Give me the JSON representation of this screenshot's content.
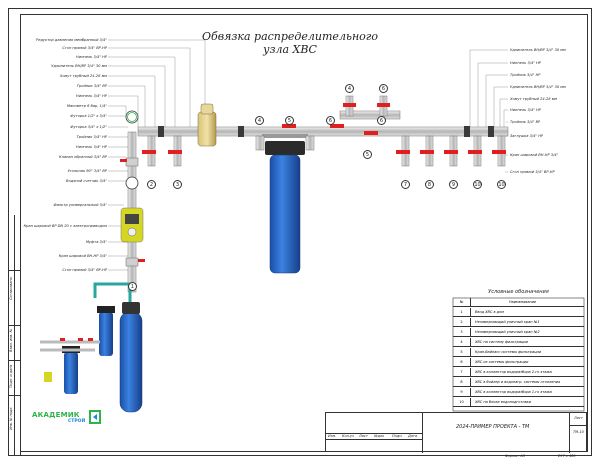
{
  "title_line1": "Обвязка распределительного",
  "title_line2": "узла ХВС",
  "left_labels": [
    "Редуктор давления мембранный 3/4\"",
    "Сгон прямой 3/4\" ВР-НР",
    "Ниппель 3/4\" НР",
    "Удлинитель ВН/ВР 3/4\" 30 мм",
    "Хомут трубный 24-28 мм",
    "Тройник 3/4\" ВР",
    "Ниппель 3/4\" НР",
    "Манометр 6 бар, 1/4\"",
    "Футорка 1/2\" х 3/4\"",
    "Футорка 3/4\" х 1/2\"",
    "Тройник 3/4\" НР",
    "Ниппель 3/4\" НР",
    "Клапан обратный 3/4\" ВР",
    "Угольник 90° 3/4\" ВР",
    "Водяной счетчик 3/4\"",
    "Фильтр универсальный 3/4\"",
    "Кран шаровой ВР DN 20 с электроприводом",
    "Муфта 3/4\"",
    "Кран шаровой ВН-НР 3/4\"",
    "Сгон прямой 3/4\" ВР-НР"
  ],
  "right_labels": [
    "Удлинитель ВН/ВР 3/4\" 30 мм",
    "Ниппель 3/4\" НР",
    "Тройник 3/4\" НР",
    "Удлинитель ВН/ВР 3/4\" 30 мм",
    "Хомут трубный 24-28 мм",
    "Ниппель 3/4\" НР",
    "Тройник 3/4\" ВР",
    "Заглушка 3/4\" НР",
    "Кран шаровой ВН-НР 3/4\"",
    "Сгон прямой 3/4\" ВР-НР"
  ],
  "markers": {
    "m1": "1",
    "m2": "2",
    "m3": "3",
    "m4a": "4",
    "m4b": "4",
    "m5a": "5",
    "m5b": "5",
    "m6a": "6",
    "m6b": "6",
    "m6c": "6",
    "m7": "7",
    "m8": "8",
    "m9": "9",
    "m10": "10",
    "m11": "10"
  },
  "legend": {
    "title": "Условные обозначения",
    "col_num": "№",
    "col_name": "Наименование",
    "rows": [
      {
        "n": "1",
        "name": "Ввод ХВС в дом"
      },
      {
        "n": "2",
        "name": "Незамерзающий уличный кран №1"
      },
      {
        "n": "3",
        "name": "Незамерзающий уличный кран №2"
      },
      {
        "n": "4",
        "name": "ХВС на систему фильтрации"
      },
      {
        "n": "5",
        "name": "Кран-байпасс системы фильтрации"
      },
      {
        "n": "6",
        "name": "ХВС из системы фильтрации"
      },
      {
        "n": "7",
        "name": "ХВС в коллектор водоразбора 2-го этажа"
      },
      {
        "n": "8",
        "name": "ХВС в бойлер и водонагр. системы отопления"
      },
      {
        "n": "9",
        "name": "ХВС в коллектор водоразбора 1-го этажа"
      },
      {
        "n": "10",
        "name": "ХВС на блоке водоподготовки"
      }
    ]
  },
  "stamp": {
    "project": "2024-ПРИМЕР ПРОЕКТА - ТМ",
    "sheet_label": "Лист",
    "sheet_code": "ТМ-10",
    "format": "Формат А3",
    "size": "297 х 420",
    "cols": [
      "Изм.",
      "Кол.уч",
      "Лист",
      "№док",
      "Подп.",
      "Дата"
    ]
  },
  "side_labels": [
    "Инв. № подл.",
    "Подп. и дата",
    "Взам. инв. №",
    "Согласовано"
  ],
  "logo": {
    "line1": "АКАДЕМИК",
    "line2": "СТРОЙ"
  },
  "colors": {
    "pipe": "#c8c8c8",
    "valve_red": "#e02020",
    "filter_blue": "#1e5fbf",
    "accent_green": "#2db34a",
    "teal": "#2aa6a0"
  }
}
